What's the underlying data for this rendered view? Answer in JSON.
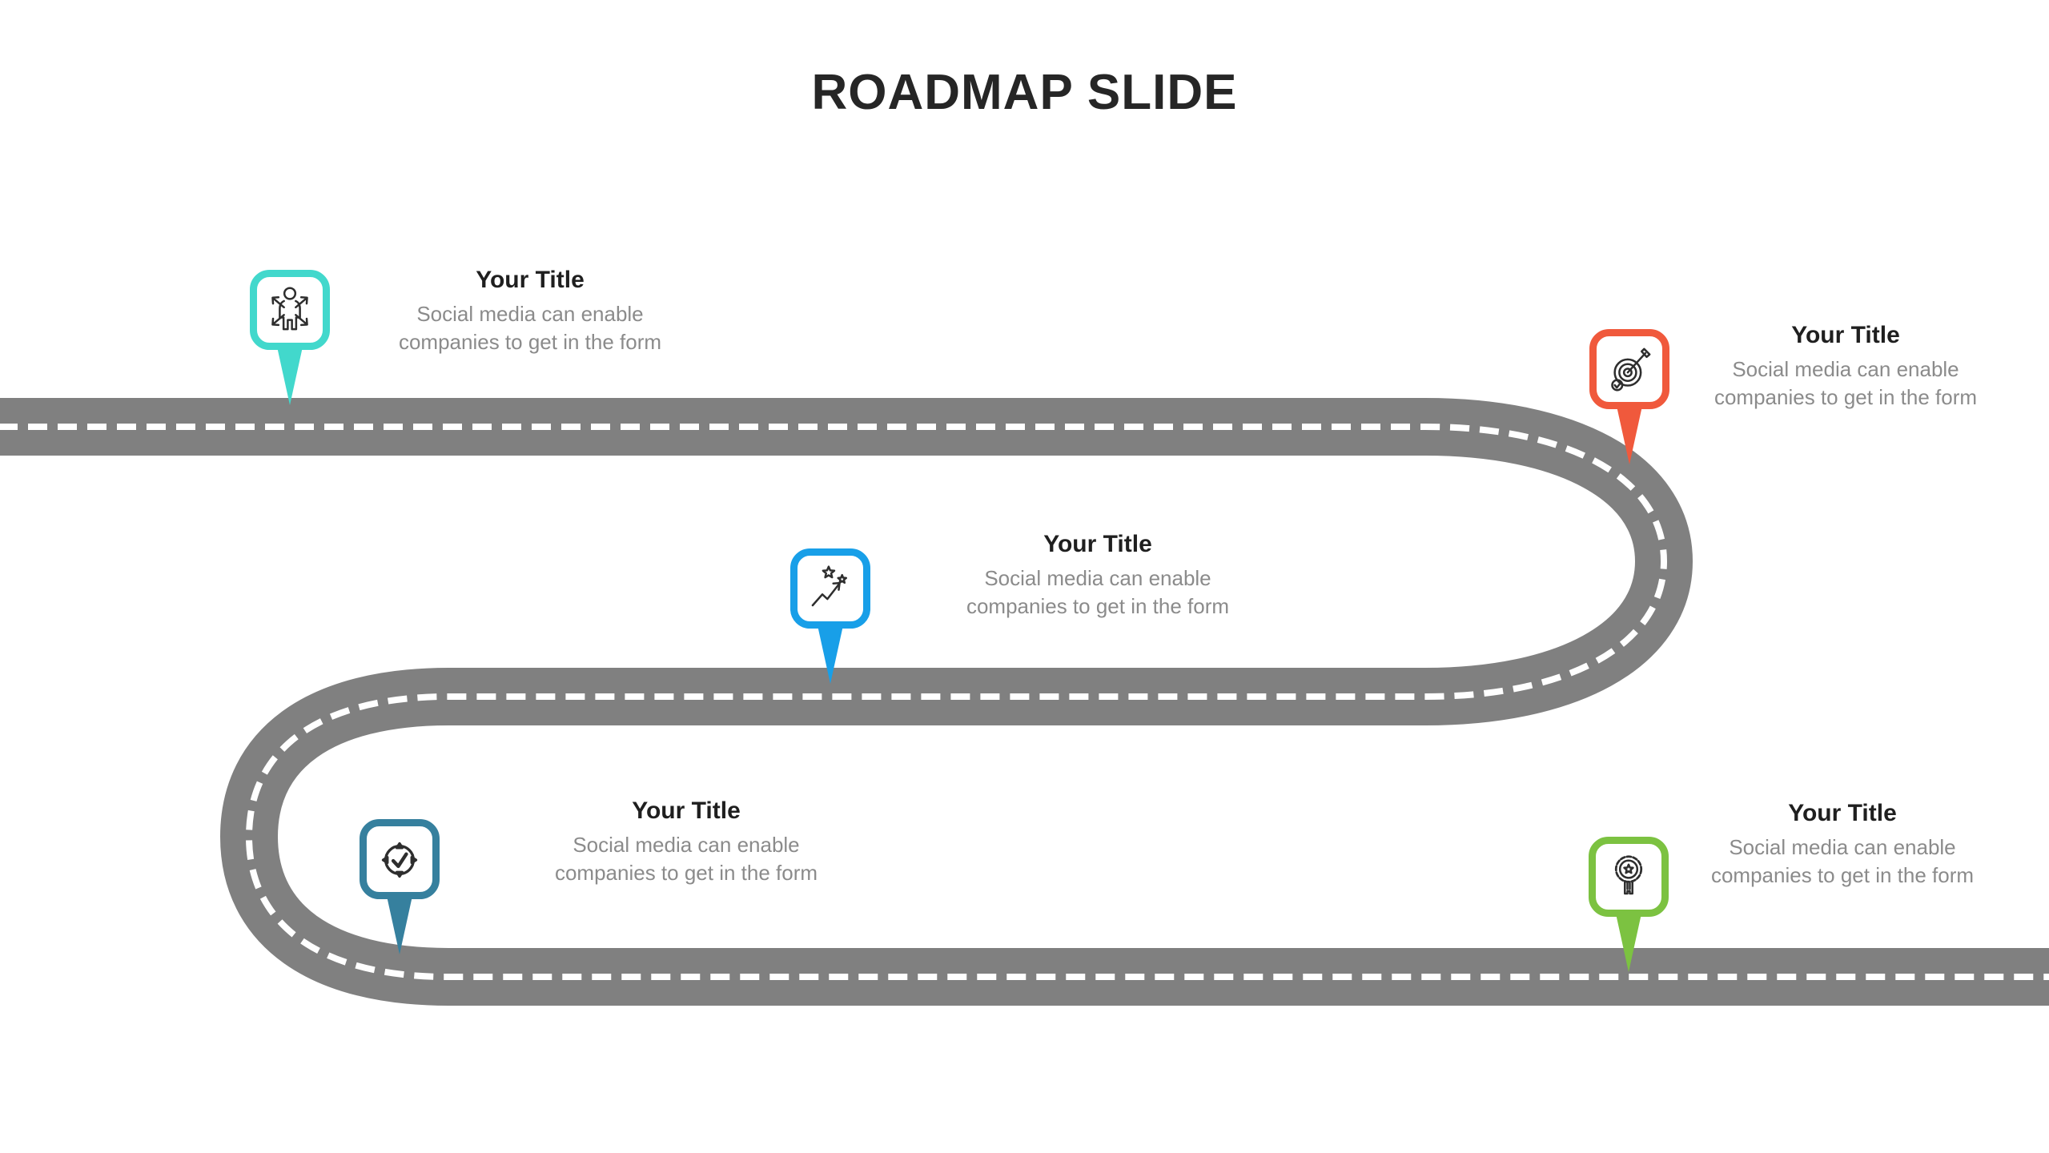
{
  "slide": {
    "title": "ROADMAP SLIDE"
  },
  "road": {
    "color": "#808080",
    "line_color": "#ffffff"
  },
  "colors": {
    "icon_stroke": "#2e2e2e",
    "milestone_title": "#1f1f1f",
    "milestone_desc": "#8b8b8b"
  },
  "milestones": [
    {
      "icon": "person-opportunities-icon",
      "color": "#42d8cc",
      "title": "Your Title",
      "description": [
        "Social media can enable",
        "companies to get in the form"
      ]
    },
    {
      "icon": "target-arrow-icon",
      "color": "#f0593c",
      "title": "Your Title",
      "description": [
        "Social media can enable",
        "companies to get in the form"
      ]
    },
    {
      "icon": "growth-stars-icon",
      "color": "#189fe8",
      "title": "Your Title",
      "description": [
        "Social media can enable",
        "companies to get in the form"
      ]
    },
    {
      "icon": "focus-check-icon",
      "color": "#36809e",
      "title": "Your Title",
      "description": [
        "Social media can enable",
        "companies to get in the form"
      ]
    },
    {
      "icon": "award-key-icon",
      "color": "#7cc241",
      "title": "Your Title",
      "description": [
        "Social media can enable",
        "companies to get in the form"
      ]
    }
  ]
}
